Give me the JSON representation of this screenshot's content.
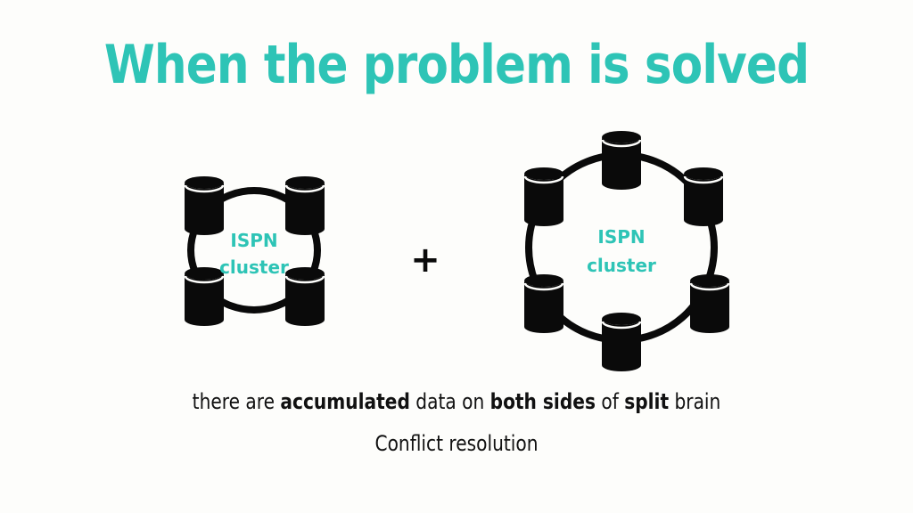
{
  "colors": {
    "accent": "#2ec4b6",
    "ink": "#0a0a0a",
    "background": "#fdfdfb"
  },
  "title": "When the problem is solved",
  "left_cluster": {
    "label_line1": "ISPN",
    "label_line2": "cluster",
    "node_count": 4
  },
  "operator": "+",
  "right_cluster": {
    "label_line1": "ISPN",
    "label_line2": "cluster",
    "node_count": 6
  },
  "caption": {
    "part1": "there are ",
    "bold1": "accumulated",
    "part2": " data on ",
    "bold2": "both sides",
    "part3": " of ",
    "bold3": "split",
    "part4": " brain",
    "line2": "Conflict resolution"
  },
  "icons": {
    "node": "database-cylinder-icon"
  }
}
